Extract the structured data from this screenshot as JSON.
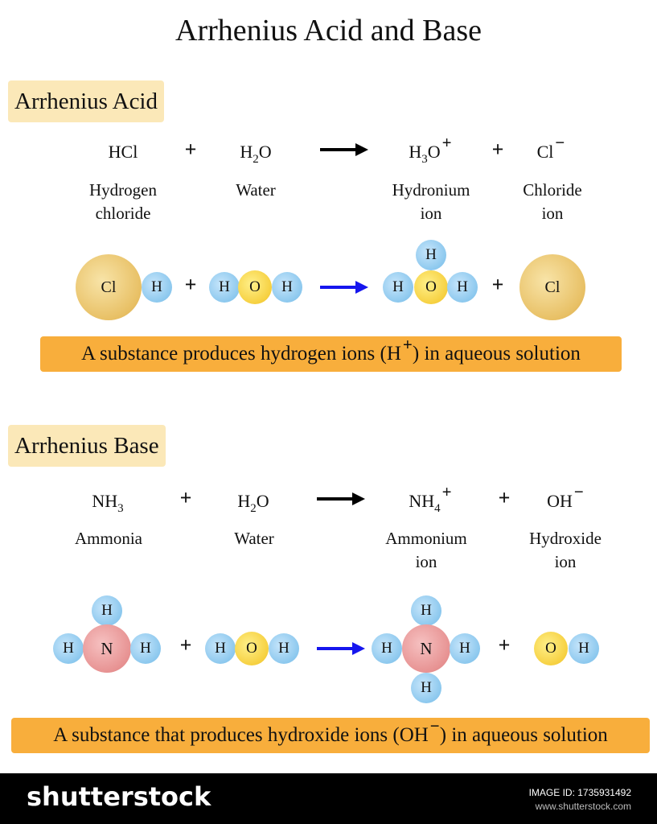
{
  "title": "Arrhenius Acid and Base",
  "acid": {
    "heading": "Arrhenius Acid",
    "eq": {
      "r1": "HCl",
      "r2_main": "H",
      "r2_sub": "2",
      "r2_end": "O",
      "p1_main": "H",
      "p1_sub": "3",
      "p1_end": "O",
      "p1_charge": "+",
      "p2_main": "Cl",
      "p2_charge": "−",
      "plus": "+"
    },
    "labels": {
      "r1_line1": "Hydrogen",
      "r1_line2": "chloride",
      "r2": "Water",
      "p1_line1": "Hydronium",
      "p1_line2": "ion",
      "p2_line1": "Chloride",
      "p2_line2": "ion"
    },
    "definition_pre": "A substance produces hydrogen ions (H",
    "definition_charge": "+",
    "definition_post": ") in aqueous solution"
  },
  "base": {
    "heading": "Arrhenius Base",
    "eq": {
      "r1_main": "NH",
      "r1_sub": "3",
      "r2_main": "H",
      "r2_sub": "2",
      "r2_end": "O",
      "p1_main": "NH",
      "p1_sub": "4",
      "p1_charge": "+",
      "p2_main": "OH",
      "p2_charge": "−",
      "plus": "+"
    },
    "labels": {
      "r1": "Ammonia",
      "r2": "Water",
      "p1_line1": "Ammonium",
      "p1_line2": "ion",
      "p2_line1": "Hydroxide",
      "p2_line2": "ion"
    },
    "definition_pre": "A substance that produces hydroxide ions (OH",
    "definition_charge": "−",
    "definition_post": ") in aqueous solution"
  },
  "atoms": {
    "h": "H",
    "o": "O",
    "cl": "Cl",
    "n": "N"
  },
  "colors": {
    "hydrogen": "#8cc8ee",
    "oxygen": "#f6d040",
    "chlorine": "#e8c065",
    "nitrogen": "#e79292",
    "section_bg": "#fbe8b8",
    "definition_bg": "#f8ae3c",
    "arrow_blue": "#1616ee"
  },
  "footer": {
    "logo": "shutterstock",
    "image_id": "IMAGE ID: 1735931492",
    "site": "www.shutterstock.com"
  }
}
